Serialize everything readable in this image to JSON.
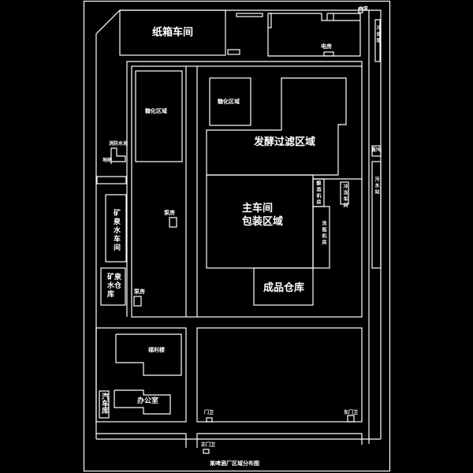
{
  "title": "某啤酒厂区域分布图",
  "labels": {
    "carton_workshop": "纸箱车间",
    "power_room": "电房",
    "saccharification_left": "糖化区域",
    "saccharification_right": "糖化区域",
    "fermentation": "发酵过滤区域",
    "main_workshop_1": "主车间",
    "main_workshop_2": "包装区域",
    "finished_warehouse": "成品仓库",
    "mineral_water_workshop": "矿泉水车间",
    "mineral_water_warehouse": "矿泉水仓库",
    "pump_room_1": "泵房",
    "pump_room_2": "泵房",
    "welfare_building": "福利楼",
    "office": "办公室",
    "garage": "汽车库",
    "gate_guard": "门卫",
    "east_gate_guard": "东门卫",
    "main_gate_guard": "正门卫",
    "sewage": "污水站",
    "water_tower": "水塔",
    "fire_pool": "消防水池",
    "side_label": "地磅",
    "machine_room": "酿酒机房",
    "bottle_wash": "洗瓶机房",
    "cooling": "冷冻车间",
    "right_box": "配电",
    "top_right": "水泵",
    "tower_box": "冷却塔"
  }
}
